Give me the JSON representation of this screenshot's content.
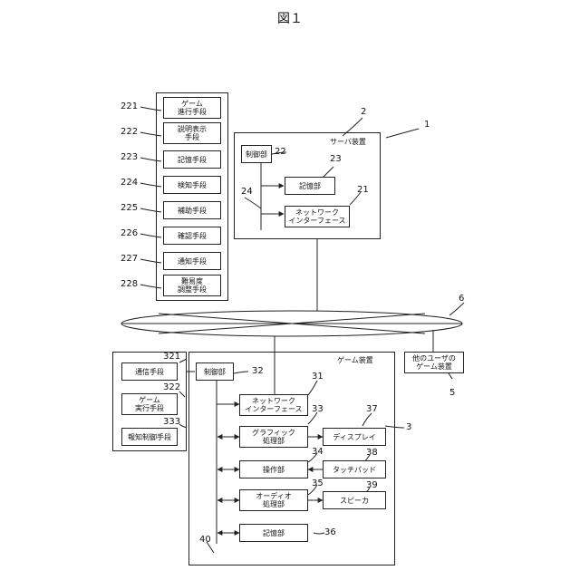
{
  "figure_title": "図１",
  "left_group": {
    "items": [
      {
        "num": "221",
        "label": "ゲーム\n進行手段"
      },
      {
        "num": "222",
        "label": "説明表示\n手段"
      },
      {
        "num": "223",
        "label": "記憶手段"
      },
      {
        "num": "224",
        "label": "検知手段"
      },
      {
        "num": "225",
        "label": "補助手段"
      },
      {
        "num": "226",
        "label": "確認手段"
      },
      {
        "num": "227",
        "label": "通知手段"
      },
      {
        "num": "228",
        "label": "難易度\n調整手段"
      }
    ]
  },
  "server": {
    "num": "2",
    "title": "サーバ装置",
    "controller": {
      "label": "制御部",
      "num": "22"
    },
    "storage": {
      "label": "記憶部",
      "num": "23"
    },
    "bus_num": "24",
    "nic": {
      "label": "ネットワーク\nインターフェース",
      "num": "21"
    }
  },
  "system_num": "1",
  "network_num": "6",
  "other_user": {
    "label": "他のユーザの\nゲーム装置",
    "num": "5"
  },
  "game_group": {
    "items": [
      {
        "num": "321",
        "label": "通信手段"
      },
      {
        "num": "322",
        "label": "ゲーム\n実行手段"
      },
      {
        "num": "333",
        "label": "報知制御手段"
      }
    ]
  },
  "game_device": {
    "num": "3",
    "title": "ゲーム装置",
    "controller": {
      "label": "制御部",
      "num": "32"
    },
    "nic": {
      "label": "ネットワーク\nインターフェース",
      "num": "31"
    },
    "graphics": {
      "label": "グラフィック\n処理部",
      "num": "33"
    },
    "display": {
      "label": "ディスプレイ",
      "num": "37"
    },
    "operation": {
      "label": "操作部",
      "num": "34"
    },
    "touchpad": {
      "label": "タッチパッド",
      "num": "38"
    },
    "audio": {
      "label": "オーディオ\n処理部",
      "num": "35"
    },
    "speaker": {
      "label": "スピーカ",
      "num": "39"
    },
    "storage": {
      "label": "記憶部",
      "num": "36"
    },
    "bus_num": "40"
  }
}
